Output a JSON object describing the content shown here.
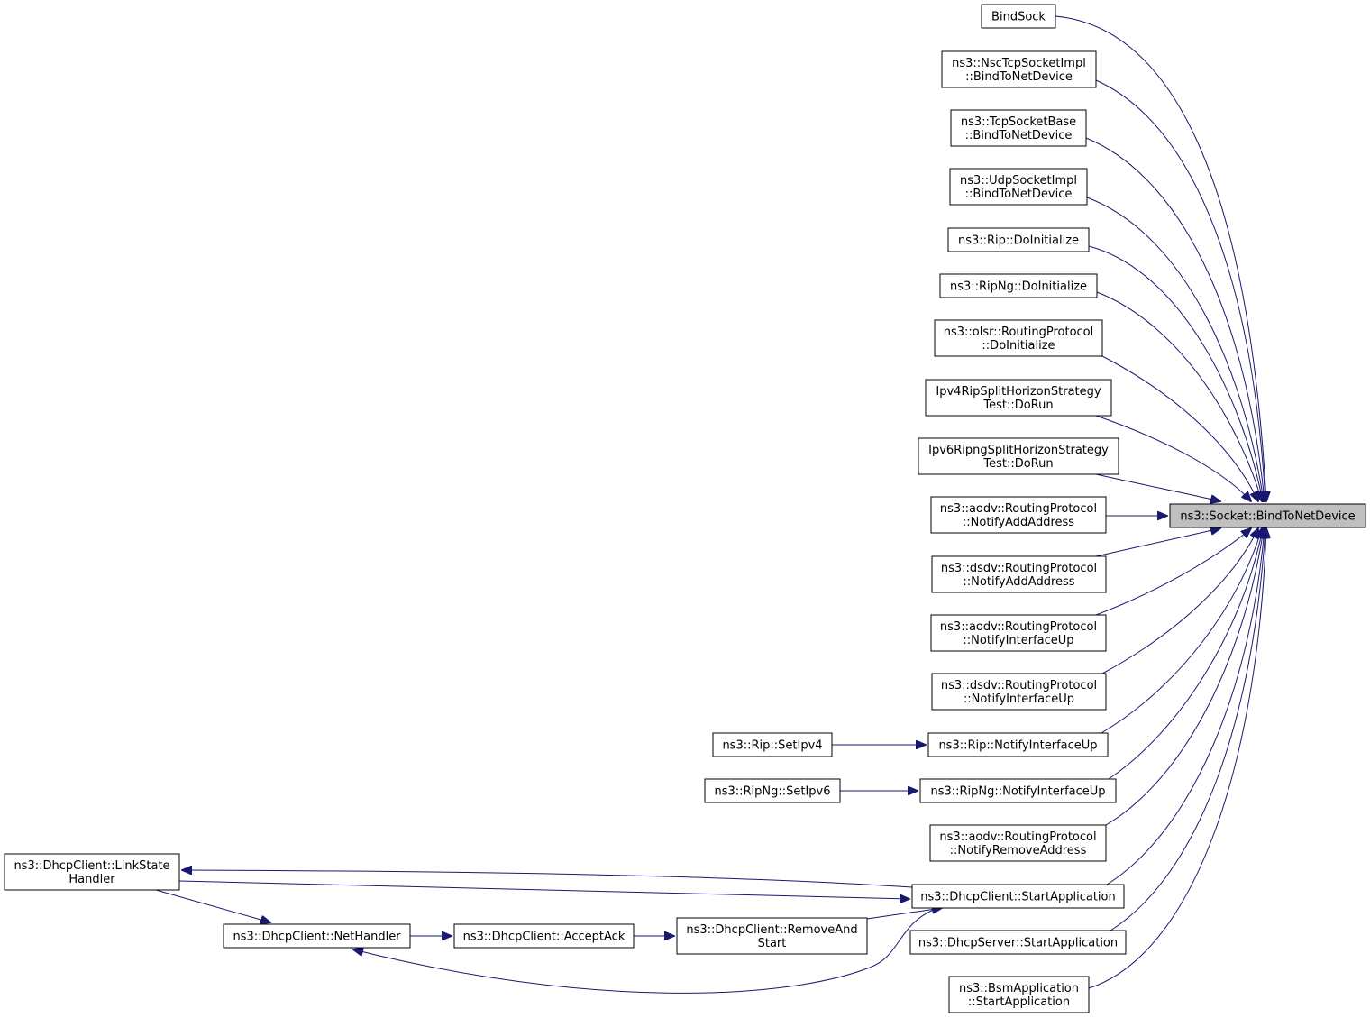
{
  "graph": {
    "focus": "ns3::Socket::BindToNetDevice",
    "callers": [
      {
        "id": "bindsock",
        "lines": [
          "BindSock"
        ]
      },
      {
        "id": "nsc-tcp-bind",
        "lines": [
          "ns3::NscTcpSocketImpl",
          "::BindToNetDevice"
        ]
      },
      {
        "id": "tcp-base-bind",
        "lines": [
          "ns3::TcpSocketBase",
          "::BindToNetDevice"
        ]
      },
      {
        "id": "udp-bind",
        "lines": [
          "ns3::UdpSocketImpl",
          "::BindToNetDevice"
        ]
      },
      {
        "id": "rip-doinit",
        "lines": [
          "ns3::Rip::DoInitialize"
        ]
      },
      {
        "id": "ripng-doinit",
        "lines": [
          "ns3::RipNg::DoInitialize"
        ]
      },
      {
        "id": "olsr-doinit",
        "lines": [
          "ns3::olsr::RoutingProtocol",
          "::DoInitialize"
        ]
      },
      {
        "id": "ipv4rip-dorun",
        "lines": [
          "Ipv4RipSplitHorizonStrategy",
          "Test::DoRun"
        ]
      },
      {
        "id": "ipv6ripng-dorun",
        "lines": [
          "Ipv6RipngSplitHorizonStrategy",
          "Test::DoRun"
        ]
      },
      {
        "id": "aodv-addaddr",
        "lines": [
          "ns3::aodv::RoutingProtocol",
          "::NotifyAddAddress"
        ]
      },
      {
        "id": "dsdv-addaddr",
        "lines": [
          "ns3::dsdv::RoutingProtocol",
          "::NotifyAddAddress"
        ]
      },
      {
        "id": "aodv-ifup",
        "lines": [
          "ns3::aodv::RoutingProtocol",
          "::NotifyInterfaceUp"
        ]
      },
      {
        "id": "dsdv-ifup",
        "lines": [
          "ns3::dsdv::RoutingProtocol",
          "::NotifyInterfaceUp"
        ]
      },
      {
        "id": "rip-ifup",
        "lines": [
          "ns3::Rip::NotifyInterfaceUp"
        ]
      },
      {
        "id": "ripng-ifup",
        "lines": [
          "ns3::RipNg::NotifyInterfaceUp"
        ]
      },
      {
        "id": "aodv-rmaddr",
        "lines": [
          "ns3::aodv::RoutingProtocol",
          "::NotifyRemoveAddress"
        ]
      },
      {
        "id": "dhcpclient-start",
        "lines": [
          "ns3::DhcpClient::StartApplication"
        ]
      },
      {
        "id": "dhcpserver-start",
        "lines": [
          "ns3::DhcpServer::StartApplication"
        ]
      },
      {
        "id": "bsm-start",
        "lines": [
          "ns3::BsmApplication",
          "::StartApplication"
        ]
      }
    ],
    "other_nodes": [
      {
        "id": "rip-setipv4",
        "lines": [
          "ns3::Rip::SetIpv4"
        ]
      },
      {
        "id": "ripng-setipv6",
        "lines": [
          "ns3::RipNg::SetIpv6"
        ]
      },
      {
        "id": "dhcp-linkstate",
        "lines": [
          "ns3::DhcpClient::LinkState",
          "Handler"
        ]
      },
      {
        "id": "dhcp-nethandler",
        "lines": [
          "ns3::DhcpClient::NetHandler"
        ]
      },
      {
        "id": "dhcp-acceptack",
        "lines": [
          "ns3::DhcpClient::AcceptAck"
        ]
      },
      {
        "id": "dhcp-removeandstart",
        "lines": [
          "ns3::DhcpClient::RemoveAnd",
          "Start"
        ]
      }
    ],
    "edges": [
      [
        "bindsock",
        "focus"
      ],
      [
        "nsc-tcp-bind",
        "focus"
      ],
      [
        "tcp-base-bind",
        "focus"
      ],
      [
        "udp-bind",
        "focus"
      ],
      [
        "rip-doinit",
        "focus"
      ],
      [
        "ripng-doinit",
        "focus"
      ],
      [
        "olsr-doinit",
        "focus"
      ],
      [
        "ipv4rip-dorun",
        "focus"
      ],
      [
        "ipv6ripng-dorun",
        "focus"
      ],
      [
        "aodv-addaddr",
        "focus"
      ],
      [
        "dsdv-addaddr",
        "focus"
      ],
      [
        "aodv-ifup",
        "focus"
      ],
      [
        "dsdv-ifup",
        "focus"
      ],
      [
        "rip-ifup",
        "focus"
      ],
      [
        "ripng-ifup",
        "focus"
      ],
      [
        "aodv-rmaddr",
        "focus"
      ],
      [
        "dhcpclient-start",
        "focus"
      ],
      [
        "dhcpserver-start",
        "focus"
      ],
      [
        "bsm-start",
        "focus"
      ],
      [
        "rip-setipv4",
        "rip-ifup"
      ],
      [
        "ripng-setipv6",
        "ripng-ifup"
      ],
      [
        "dhcpclient-start",
        "dhcp-linkstate"
      ],
      [
        "dhcp-linkstate",
        "dhcpclient-start"
      ],
      [
        "dhcp-linkstate",
        "dhcp-nethandler"
      ],
      [
        "dhcp-nethandler",
        "dhcp-acceptack"
      ],
      [
        "dhcp-acceptack",
        "dhcp-removeandstart"
      ],
      [
        "dhcp-removeandstart",
        "dhcpclient-start"
      ],
      [
        "dhcpclient-start",
        "dhcp-nethandler"
      ]
    ],
    "colors": {
      "edge": "#191970",
      "focus_fill": "#bfbfbf",
      "node_fill": "#ffffff",
      "border": "#000000"
    }
  }
}
